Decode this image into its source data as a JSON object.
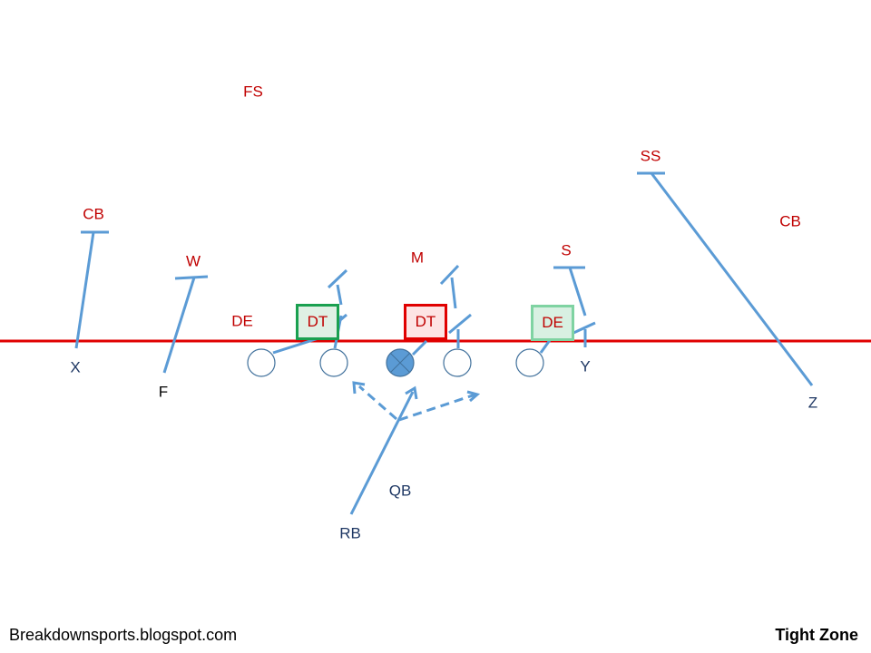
{
  "title": "Tight Zone",
  "footer": {
    "site": "Breakdownsports.blogspot.com",
    "play_name": "Tight Zone"
  },
  "colors": {
    "line_of_scrimmage": "#e00000",
    "route_lines": "#5b9bd5",
    "defense_label": "#c00000",
    "offense_label": "#1f3864",
    "dt_left_border": "#1aa050",
    "dt_left_fill": "#dff0e4",
    "dt_center_border": "#e00000",
    "dt_center_fill": "#fde4e4",
    "de_right_border": "#7fd3a2",
    "de_right_fill": "#d8f0e2",
    "center_fill": "#5b9bd5"
  },
  "defense": {
    "fs": "FS",
    "cb_left": "CB",
    "w": "W",
    "de_left": "DE",
    "dt_left": "DT",
    "m": "M",
    "dt_center": "DT",
    "s": "S",
    "de_right": "DE",
    "ss": "SS",
    "cb_right": "CB"
  },
  "offense": {
    "x": "X",
    "f": "F",
    "y": "Y",
    "z": "Z",
    "qb": "QB",
    "rb": "RB"
  }
}
